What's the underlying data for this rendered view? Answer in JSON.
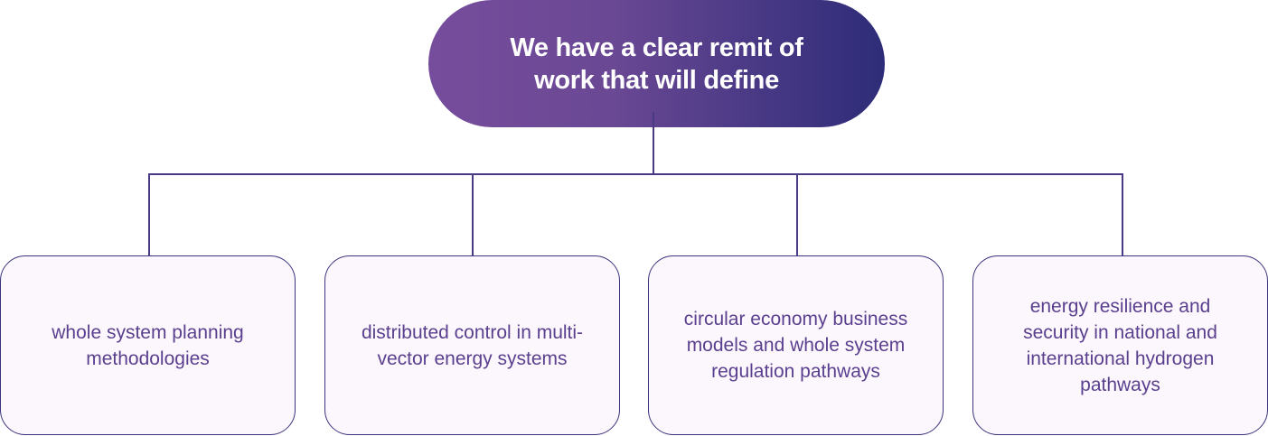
{
  "root": {
    "title": "We have a clear remit of work that will define"
  },
  "children": [
    {
      "label": "whole system planning methodologies"
    },
    {
      "label": "distributed control in multi-vector energy systems"
    },
    {
      "label": "circular economy business models and whole system regulation pathways"
    },
    {
      "label": "energy resilience and security in national and international hydrogen pathways"
    }
  ],
  "colors": {
    "gradient_start": "#764d9c",
    "gradient_end": "#2e2c78",
    "connector": "#4a3a86",
    "card_border": "#3b337d",
    "card_fill": "#fcf7fc",
    "card_text": "#5a3f8f"
  }
}
